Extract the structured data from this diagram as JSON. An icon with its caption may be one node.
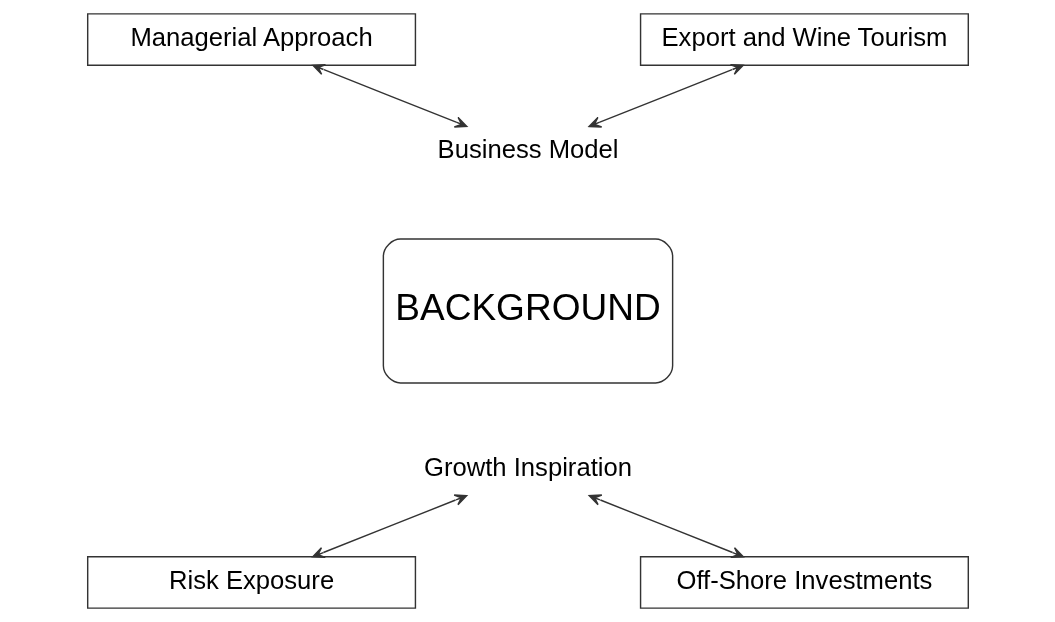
{
  "diagram": {
    "nodes": [
      {
        "text": [
          "Managerial Approach"
        ]
      },
      {
        "text": [
          "Export and Wine Tourism"
        ]
      },
      {
        "text": [
          "Business Model"
        ]
      },
      {
        "text": [
          "BACKGROUND"
        ]
      },
      {
        "text": [
          "Growth Inspiration"
        ]
      },
      {
        "text": [
          "Risk Exposure"
        ]
      },
      {
        "text": [
          "Off-Shore Investments"
        ]
      }
    ],
    "edges": [
      {
        "from": 0,
        "to": 2,
        "arrow": "both"
      },
      {
        "from": 1,
        "to": 2,
        "arrow": "both"
      },
      {
        "from": 4,
        "to": 5,
        "arrow": "both"
      },
      {
        "from": 4,
        "to": 6,
        "arrow": "both"
      }
    ]
  }
}
